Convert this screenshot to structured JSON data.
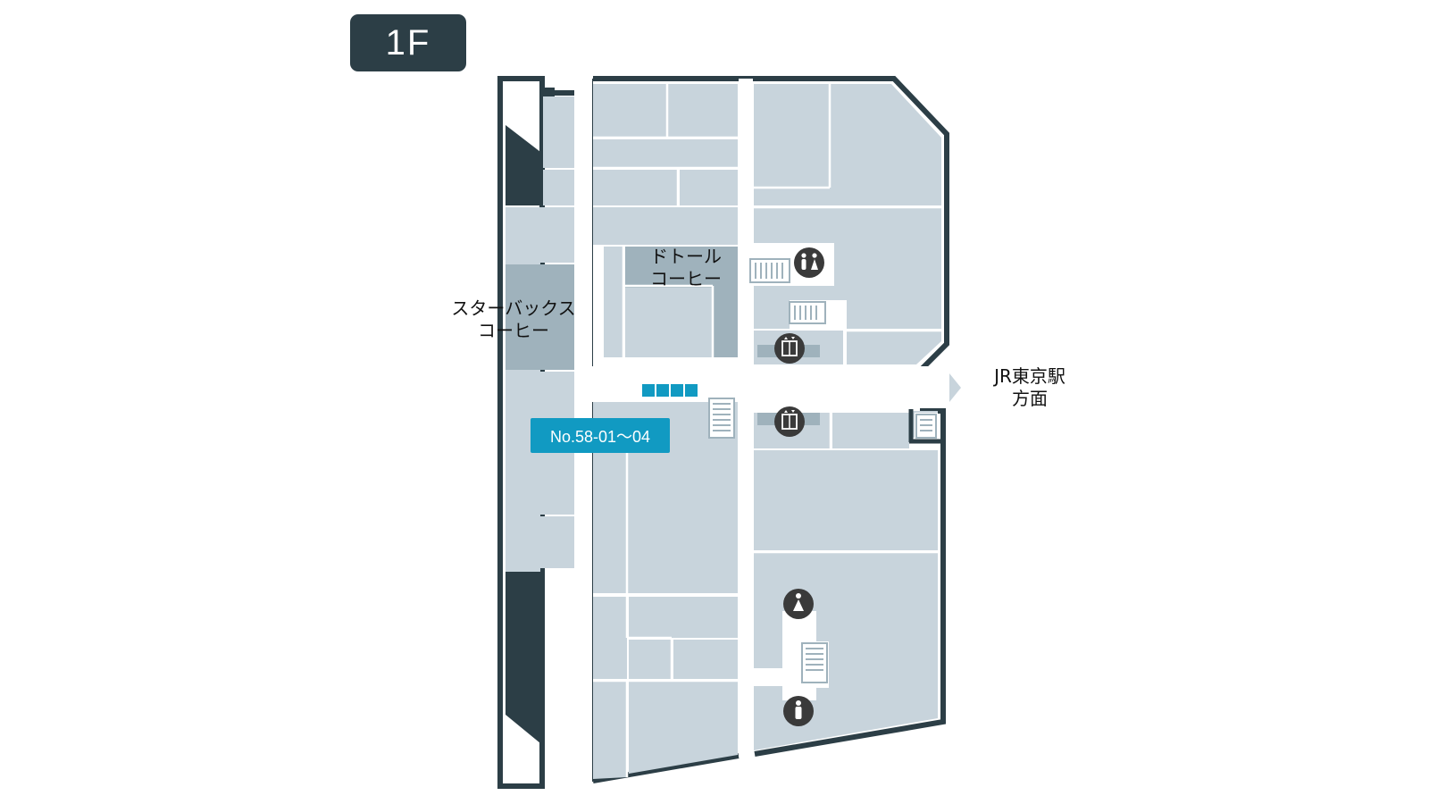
{
  "floor": {
    "label": "1F"
  },
  "shops": {
    "starbucks": {
      "line1": "スターバックス",
      "line2": "コーヒー"
    },
    "doutor": {
      "line1": "ドトール",
      "line2": "コーヒー"
    }
  },
  "direction": {
    "line1": "JR東京駅",
    "line2": "方面"
  },
  "spot": {
    "label": "No.58-01～04"
  },
  "icons": [
    "restroom-icon",
    "elevator-icon",
    "female-restroom-icon",
    "male-restroom-icon",
    "stairs-icon",
    "direction-arrow-icon"
  ],
  "colors": {
    "wall": "#2c3e46",
    "room": "#c8d4dc",
    "highlight_room": "#9fb2bc",
    "corridor": "#ffffff",
    "spot": "#119ac2",
    "icon": "#3a3a3a"
  }
}
